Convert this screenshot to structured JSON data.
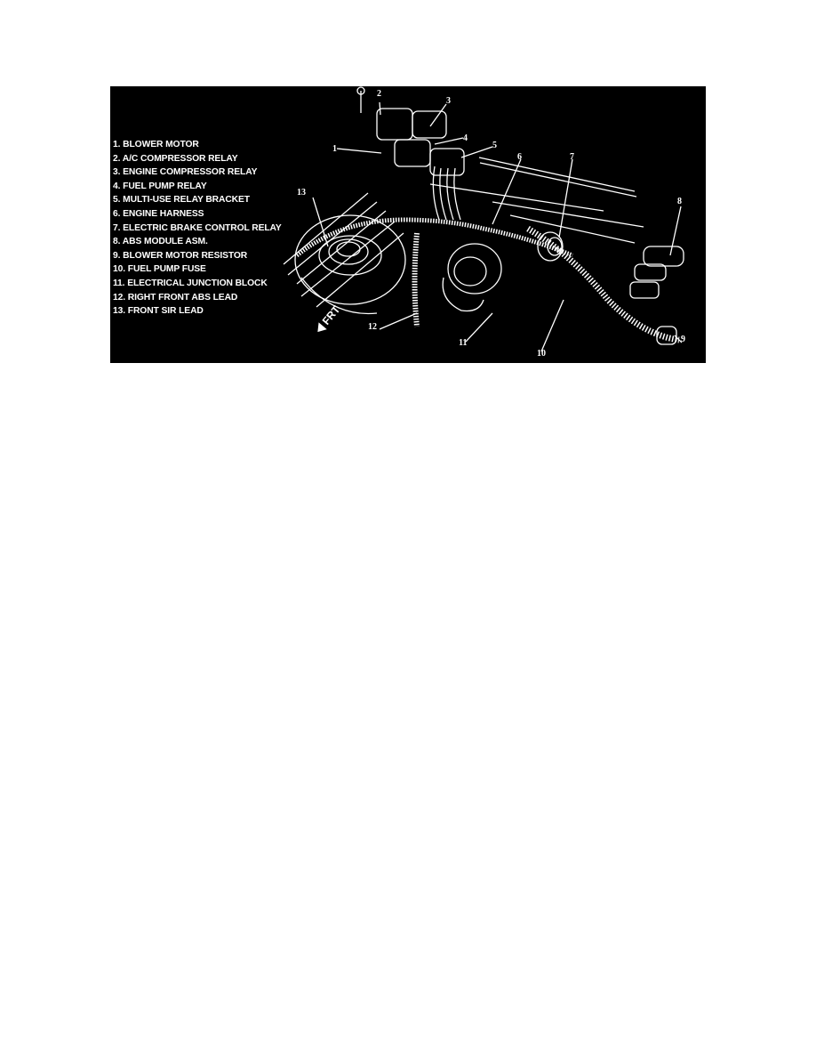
{
  "figure": {
    "background": "#000000",
    "foreground": "#ffffff",
    "legend": [
      "1. BLOWER MOTOR",
      "2. A/C COMPRESSOR RELAY",
      "3. ENGINE COMPRESSOR RELAY",
      "4. FUEL PUMP RELAY",
      "5. MULTI-USE RELAY BRACKET",
      "6. ENGINE HARNESS",
      "7. ELECTRIC BRAKE CONTROL RELAY",
      "8. ABS MODULE ASM.",
      "9. BLOWER MOTOR RESISTOR",
      "10. FUEL PUMP FUSE",
      "11. ELECTRICAL JUNCTION BLOCK",
      "12. RIGHT FRONT ABS LEAD",
      "13. FRONT SIR LEAD"
    ],
    "callouts": [
      "1",
      "2",
      "3",
      "4",
      "5",
      "6",
      "7",
      "8",
      "9",
      "10",
      "11",
      "12",
      "13"
    ],
    "direction_label": "FRT"
  }
}
